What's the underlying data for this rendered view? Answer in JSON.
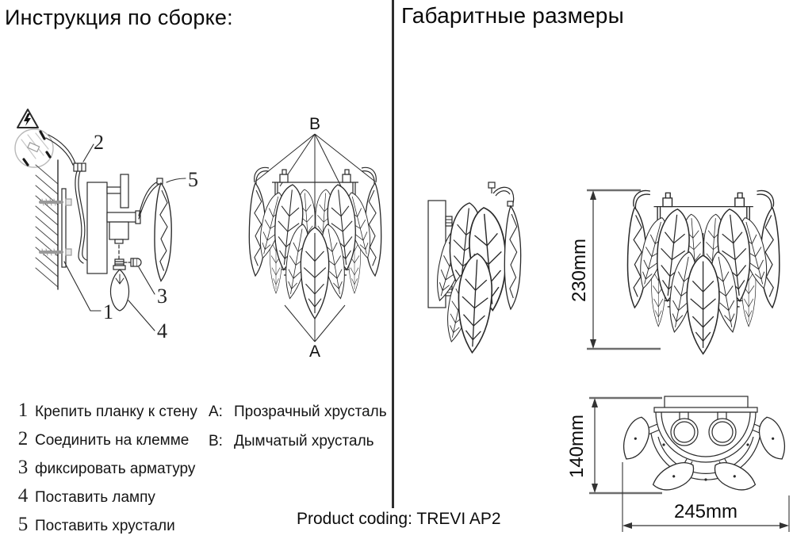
{
  "left_panel": {
    "title": "Инструкция по сборке:",
    "steps": [
      {
        "num": "1",
        "text": "Крепить планку к стену"
      },
      {
        "num": "2",
        "text": "Соединить на клемме"
      },
      {
        "num": "3",
        "text": "фиксировать арматуру"
      },
      {
        "num": "4",
        "text": "Поставить лампу"
      },
      {
        "num": "5",
        "text": "Поставить хрустали"
      }
    ],
    "callouts": {
      "c1": "1",
      "c2": "2",
      "c3": "3",
      "c4": "4",
      "c5": "5"
    },
    "crystal_labels": {
      "top": "B",
      "bottom": "A"
    },
    "legend": [
      {
        "key": "A:",
        "text": "Прозрачный хрусталь"
      },
      {
        "key": "B:",
        "text": "Дымчатый хрусталь"
      }
    ]
  },
  "right_panel": {
    "title": "Габаритные размеры",
    "dimensions": {
      "height": "230mm",
      "depth": "140mm",
      "width": "245mm"
    }
  },
  "footer": {
    "product_coding": "Product coding: TREVI AP2"
  },
  "colors": {
    "line": "#2a2a2a",
    "dimension_line": "#333333",
    "background": "#ffffff"
  }
}
